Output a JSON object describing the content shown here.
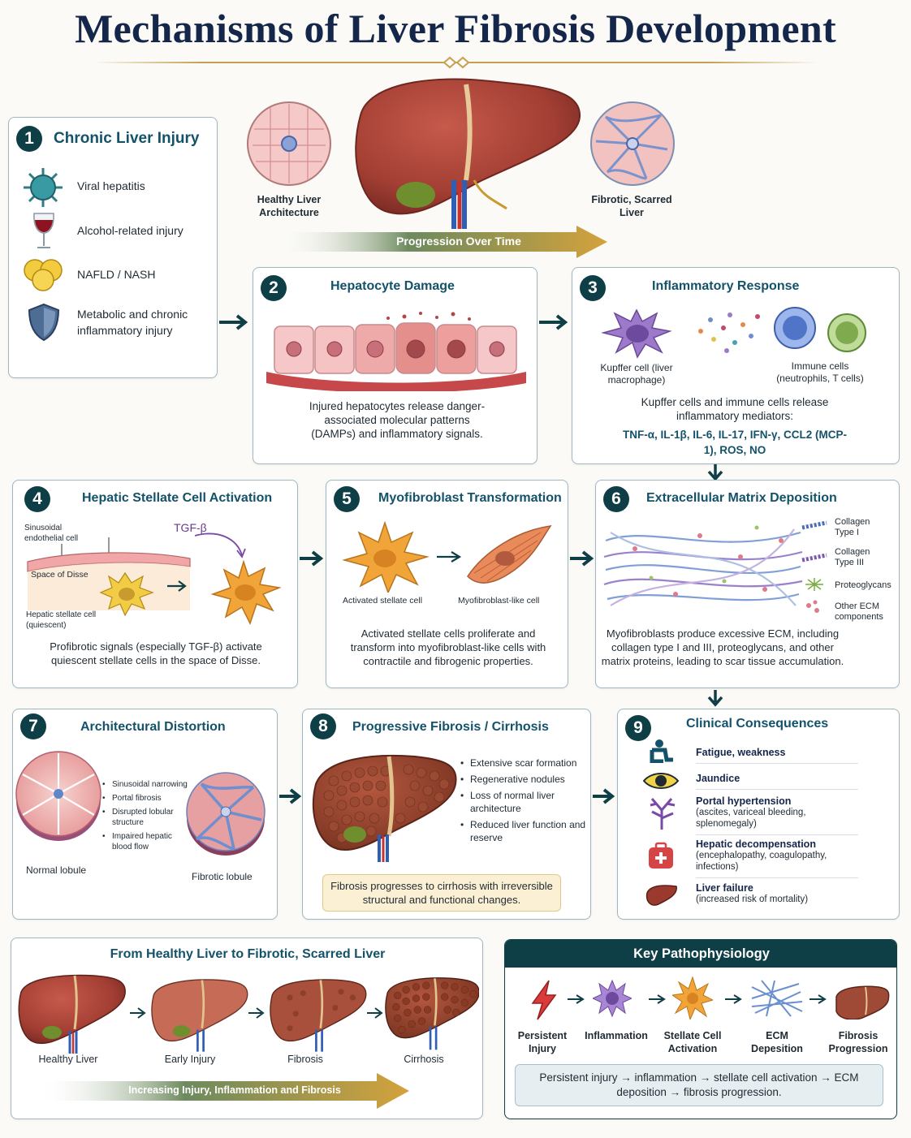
{
  "title": "Mechanisms of Liver Fibrosis Development",
  "hero": {
    "healthy_label": "Healthy Liver Architecture",
    "fibrotic_label": "Fibrotic, Scarred Liver",
    "progression_label": "Progression Over Time"
  },
  "panel1": {
    "num": "1",
    "title": "Chronic Liver Injury",
    "items": [
      "Viral hepatitis",
      "Alcohol-related injury",
      "NAFLD / NASH",
      "Metabolic and chronic inflammatory injury"
    ]
  },
  "panel2": {
    "num": "2",
    "title": "Hepatocyte Damage",
    "text": "Injured hepatocytes release danger-associated molecular patterns (DAMPs) and inflammatory signals."
  },
  "panel3": {
    "num": "3",
    "title": "Inflammatory Response",
    "kupffer": "Kupffer cell (liver macrophage)",
    "immune": "Immune cells (neutrophils, T cells)",
    "text": "Kupffer cells and immune cells release inflammatory mediators:",
    "mediators": "TNF-α, IL-1β, IL-6, IL-17, IFN-γ, CCL2 (MCP-1), ROS, NO"
  },
  "panel4": {
    "num": "4",
    "title": "Hepatic Stellate Cell Activation",
    "endothelial": "Sinusoidal endothelial cell",
    "tgf": "TGF-β",
    "disse": "Space of Disse",
    "stellate": "Hepatic stellate cell (quiescent)",
    "text": "Profibrotic signals (especially TGF-β) activate quiescent stellate cells in the space of Disse."
  },
  "panel5": {
    "num": "5",
    "title": "Myofibroblast Transformation",
    "activated": "Activated stellate cell",
    "myo": "Myofibroblast-like cell",
    "text": "Activated stellate cells proliferate and transform into myofibroblast-like cells with contractile and fibrogenic properties."
  },
  "panel6": {
    "num": "6",
    "title": "Extracellular Matrix Deposition",
    "legend": [
      "Collagen Type I",
      "Collagen Type III",
      "Proteoglycans",
      "Other ECM components"
    ],
    "text": "Myofibroblasts produce excessive ECM, including collagen type I and III, proteoglycans, and other matrix proteins, leading to scar tissue accumulation."
  },
  "panel7": {
    "num": "7",
    "title": "Architectural Distortion",
    "bullets": [
      "Sinusoidal narrowing",
      "Portal fibrosis",
      "Disrupted lobular structure",
      "Impaired hepatic blood flow"
    ],
    "normal": "Normal lobule",
    "fibrotic": "Fibrotic lobule"
  },
  "panel8": {
    "num": "8",
    "title": "Progressive Fibrosis / Cirrhosis",
    "bullets": [
      "Extensive scar formation",
      "Regenerative nodules",
      "Loss of normal liver architecture",
      "Reduced liver function and reserve"
    ],
    "note": "Fibrosis progresses to cirrhosis with irreversible structural and functional changes."
  },
  "panel9": {
    "num": "9",
    "title": "Clinical Consequences",
    "rows": [
      {
        "h": "Fatigue, weakness",
        "d": ""
      },
      {
        "h": "Jaundice",
        "d": ""
      },
      {
        "h": "Portal hypertension",
        "d": "(ascites, variceal bleeding, splenomegaly)"
      },
      {
        "h": "Hepatic decompensation",
        "d": "(encephalopathy, coagulopathy, infections)"
      },
      {
        "h": "Liver failure",
        "d": "(increased risk of mortality)"
      }
    ]
  },
  "stages": {
    "title": "From Healthy Liver to Fibrotic, Scarred Liver",
    "labels": [
      "Healthy Liver",
      "Early Injury",
      "Fibrosis",
      "Cirrhosis"
    ],
    "arrow": "Increasing Injury, Inflammation and Fibrosis"
  },
  "key": {
    "title": "Key Pathophysiology",
    "steps": [
      "Persistent Injury",
      "Inflammation",
      "Stellate Cell Activation",
      "ECM Depesition",
      "Fibrosis Progression"
    ],
    "summary": "Persistent injury → inflammation → stellate cell activation → ECM deposition → fibrosis progression."
  },
  "colors": {
    "navy": "#14264a",
    "teal": "#0f3f46",
    "gold": "#c4a050",
    "liver": "#a8453a"
  }
}
